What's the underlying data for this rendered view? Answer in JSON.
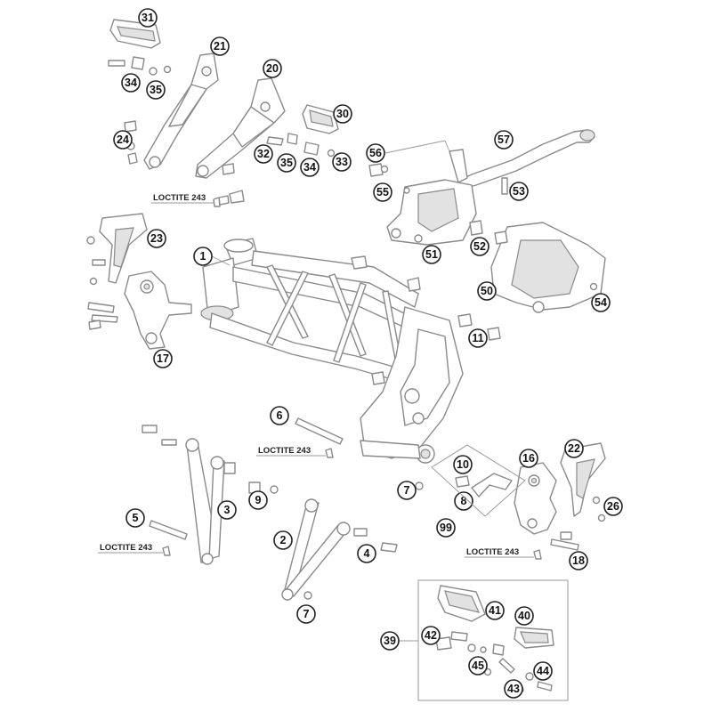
{
  "diagram": {
    "callouts": [
      "1",
      "2",
      "3",
      "4",
      "5",
      "6",
      "7",
      "7b",
      "8",
      "9",
      "10",
      "11",
      "16",
      "17",
      "18",
      "20",
      "21",
      "22",
      "23",
      "24",
      "26",
      "30",
      "31",
      "32",
      "33",
      "34",
      "34b",
      "35",
      "35b",
      "39",
      "40",
      "41",
      "42",
      "43",
      "44",
      "45",
      "50",
      "51",
      "52",
      "53",
      "54",
      "55",
      "56",
      "57",
      "99"
    ],
    "labels": {
      "c1": "1",
      "c2": "2",
      "c3": "3",
      "c4": "4",
      "c5": "5",
      "c6": "6",
      "c7": "7",
      "c7b": "7",
      "c8": "8",
      "c9": "9",
      "c10": "10",
      "c11": "11",
      "c16": "16",
      "c17": "17",
      "c18": "18",
      "c20": "20",
      "c21": "21",
      "c22": "22",
      "c23": "23",
      "c24": "24",
      "c26": "26",
      "c30": "30",
      "c31": "31",
      "c32": "32",
      "c33": "33",
      "c34": "34",
      "c34b": "34",
      "c35": "35",
      "c35b": "35",
      "c39": "39",
      "c40": "40",
      "c41": "41",
      "c42": "42",
      "c43": "43",
      "c44": "44",
      "c45": "45",
      "c50": "50",
      "c51": "51",
      "c52": "52",
      "c53": "53",
      "c54": "54",
      "c55": "55",
      "c56": "56",
      "c57": "57",
      "c99": "99"
    },
    "loctite": [
      "LOCTITE 243",
      "LOCTITE 243",
      "LOCTITE 243",
      "LOCTITE 243"
    ],
    "colors": {
      "line": "#8a8a8a",
      "callout_stroke": "#222222",
      "background": "#ffffff"
    }
  }
}
